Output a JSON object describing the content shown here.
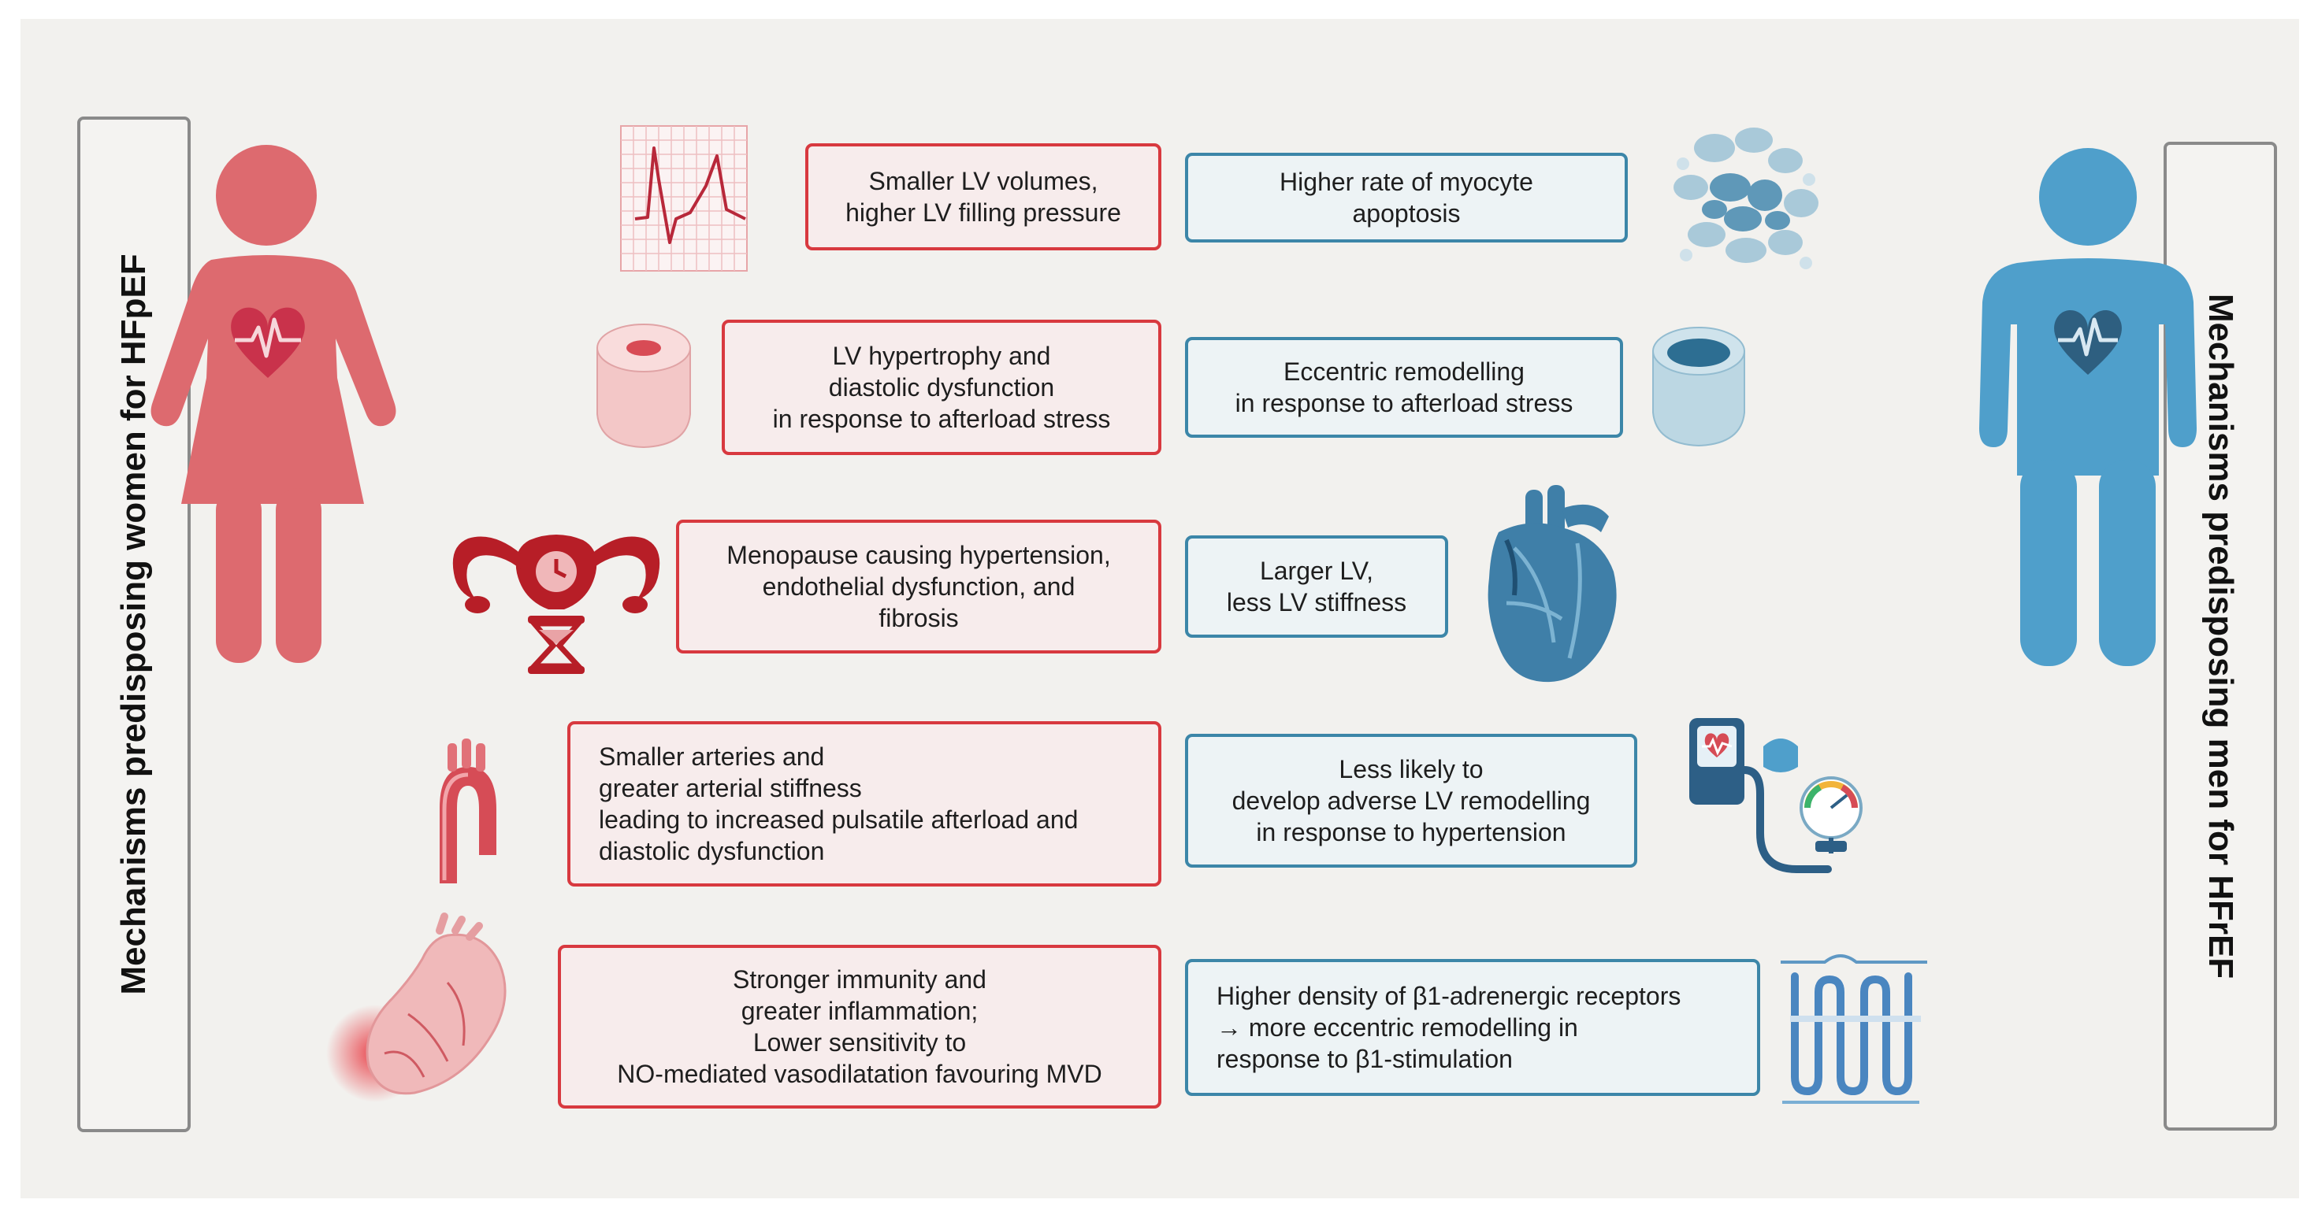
{
  "left_label": "Mechanisms predisposing women for HFpEF",
  "right_label": "Mechanisms predisposing men for HFrEF",
  "colors": {
    "women": "#dd6a6f",
    "men": "#4f9fcb",
    "red_border": "#d8393f",
    "blue_border": "#3c86a8"
  },
  "women_mechanisms": [
    "Smaller LV volumes,\nhigher LV filling pressure",
    "LV hypertrophy and\ndiastolic dysfunction\nin response to afterload stress",
    "Menopause causing hypertension,\nendothelial dysfunction, and\nfibrosis",
    "Smaller arteries and\ngreater arterial stiffness\nleading to increased pulsatile afterload and\ndiastolic dysfunction",
    "Stronger immunity and\ngreater inflammation;\nLower sensitivity to\nNO-mediated vasodilatation favouring MVD"
  ],
  "men_mechanisms": [
    "Higher rate of myocyte\napoptosis",
    "Eccentric remodelling\nin response to afterload stress",
    "Larger LV,\nless LV stiffness",
    "Less likely to\ndevelop adverse LV remodelling\nin response to hypertension",
    "Higher density of β1-adrenergic receptors\n→ more eccentric remodelling in\nresponse to β1-stimulation"
  ],
  "icons": {
    "women": [
      "ecg-grid-icon",
      "lv-cylinder-icon",
      "uterus-hourglass-icon",
      "aorta-icon",
      "inflamed-heart-icon"
    ],
    "men": [
      "myocyte-cells-icon",
      "lv-cylinder-icon",
      "anatomical-heart-icon",
      "blood-pressure-monitor-icon",
      "receptor-icon"
    ]
  }
}
